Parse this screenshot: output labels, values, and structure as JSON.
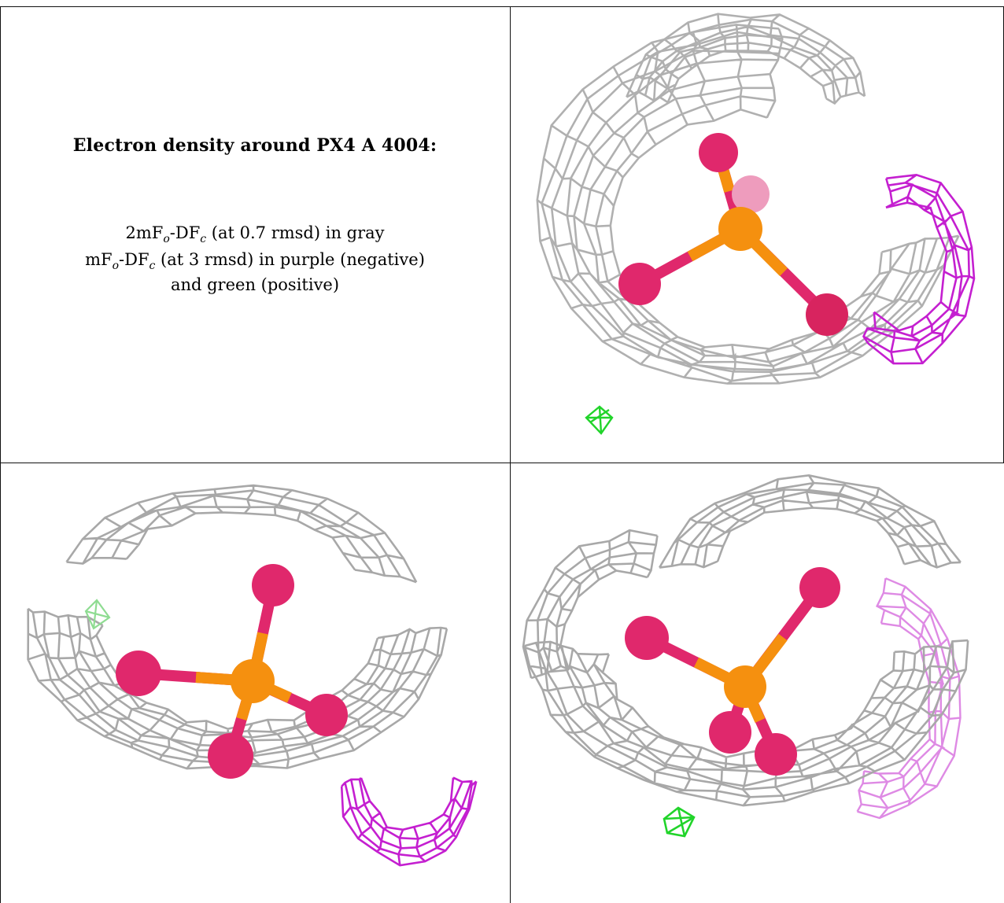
{
  "legend": {
    "title": "Electron density around PX4 A 4004:",
    "lines": [
      {
        "pre": "2mF",
        "sub1": "o",
        "mid": "-DF",
        "sub2": "c",
        "post": " (at 0.7 rmsd) in gray"
      },
      {
        "pre": "mF",
        "sub1": "o",
        "mid": "-DF",
        "sub2": "c",
        "post": " (at 3 rmsd) in purple (negative)"
      },
      {
        "pre": "",
        "sub1": "",
        "mid": "",
        "sub2": "",
        "post": "and green (positive)"
      }
    ]
  },
  "colors": {
    "mesh_gray": "#9a9a9a",
    "mesh_purple": "#c41fd0",
    "mesh_green": "#21d42a",
    "oxygen": "#e0286c",
    "phosphorus": "#f5900f",
    "border": "#111111"
  },
  "views": [
    {
      "name": "view-top-right"
    },
    {
      "name": "view-bottom-left"
    },
    {
      "name": "view-bottom-right"
    }
  ]
}
